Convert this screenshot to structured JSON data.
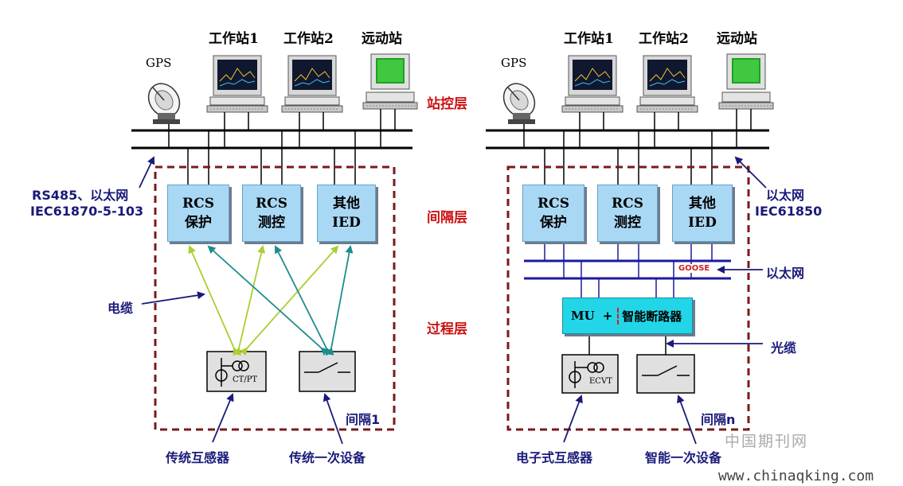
{
  "left": {
    "gps": "GPS",
    "workstation1": "工作站1",
    "workstation2": "工作站2",
    "remote_station": "远动站",
    "protocol_line1": "RS485、以太网",
    "protocol_line2": "IEC61870-5-103",
    "box1": {
      "line1": "RCS",
      "line2": "保护"
    },
    "box2": {
      "line1": "RCS",
      "line2": "测控"
    },
    "box3": {
      "line1": "其他",
      "line2": "IED"
    },
    "cable": "电缆",
    "ctpt": "CT/PT",
    "bay": "间隔1",
    "traditional_transformer": "传统互感器",
    "traditional_primary": "传统一次设备"
  },
  "middle": {
    "station_layer": "站控层",
    "bay_layer": "间隔层",
    "process_layer": "过程层"
  },
  "right": {
    "gps": "GPS",
    "workstation1": "工作站1",
    "workstation2": "工作站2",
    "remote_station": "远动站",
    "protocol_line1": "以太网",
    "protocol_line2": "IEC61850",
    "box1": {
      "line1": "RCS",
      "line2": "保护"
    },
    "box2": {
      "line1": "RCS",
      "line2": "测控"
    },
    "box3": {
      "line1": "其他",
      "line2": "IED"
    },
    "goose": "GOOSE",
    "ethernet": "以太网",
    "mu": "MU",
    "plus": "+",
    "breaker": "智能断路器",
    "fiber": "光缆",
    "ecvt": "ECVT",
    "bay": "间隔n",
    "electronic_transformer": "电子式互感器",
    "smart_primary": "智能一次设备"
  },
  "watermark": {
    "cn": "中国期刊网",
    "url": "www.chinaqking.com"
  },
  "colors": {
    "layer_label": "#cc1111",
    "blue_text": "#1a1a7a",
    "ied_box": "#a9d8f5",
    "mu_box": "#22d6e8",
    "dashed_border": "#7a1a1a",
    "arrow_green": "#a8d030",
    "arrow_teal": "#1e8c8c",
    "network_blue": "#1a1aa0"
  }
}
